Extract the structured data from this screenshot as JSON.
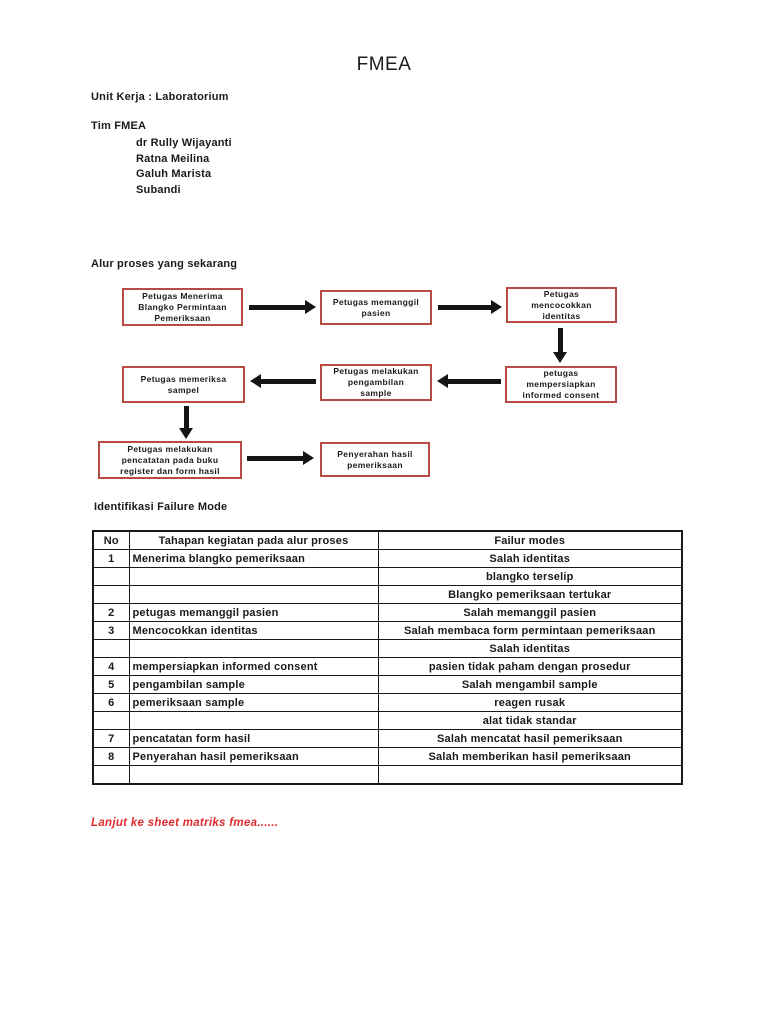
{
  "page": {
    "title": "FMEA"
  },
  "header": {
    "unit_kerja": "Unit Kerja : Laboratorium",
    "tim_label": "Tim FMEA",
    "team": [
      "dr Rully Wijayanti",
      "Ratna Meilina",
      "Galuh Marista",
      "Subandi"
    ]
  },
  "flowchart": {
    "heading": "Alur proses yang sekarang",
    "box_border_color": "#ba4a44",
    "arrow_color": "#151515",
    "boxes": [
      {
        "text": "Petugas Menerima\nBlangko Permintaan\nPemeriksaan"
      },
      {
        "text": "Petugas memanggil\npasien"
      },
      {
        "text": "Petugas\nmencocokkan\nidentitas"
      },
      {
        "text": "petugas\nmempersiapkan\ninformed consent"
      },
      {
        "text": "Petugas melakukan\npengambilan\nsample"
      },
      {
        "text": "Petugas memeriksa\nsampel"
      },
      {
        "text": "Petugas melakukan\npencatatan pada buku\nregister dan form hasil"
      },
      {
        "text": "Penyerahan hasil\npemeriksaan"
      }
    ]
  },
  "failure_table": {
    "heading": "Identifikasi Failure Mode",
    "columns": [
      "No",
      "Tahapan kegiatan pada alur proses",
      "Failur modes"
    ],
    "rows": [
      {
        "no": "1",
        "tahapan": "Menerima blangko pemeriksaan",
        "failure": "Salah identitas"
      },
      {
        "no": "",
        "tahapan": "",
        "failure": "blangko terselip"
      },
      {
        "no": "",
        "tahapan": "",
        "failure": "Blangko pemeriksaan tertukar"
      },
      {
        "no": "2",
        "tahapan": "petugas memanggil pasien",
        "failure": "Salah memanggil pasien"
      },
      {
        "no": "3",
        "tahapan": "Mencocokkan identitas",
        "failure": "Salah membaca form permintaan pemeriksaan"
      },
      {
        "no": "",
        "tahapan": "",
        "failure": "Salah identitas"
      },
      {
        "no": "4",
        "tahapan": "mempersiapkan informed consent",
        "failure": "pasien tidak paham dengan prosedur"
      },
      {
        "no": "5",
        "tahapan": "pengambilan sample",
        "failure": "Salah mengambil sample"
      },
      {
        "no": "6",
        "tahapan": "pemeriksaan sample",
        "failure": "reagen rusak"
      },
      {
        "no": "",
        "tahapan": "",
        "failure": "alat tidak standar"
      },
      {
        "no": "7",
        "tahapan": "pencatatan form hasil",
        "failure": "Salah mencatat hasil pemeriksaan"
      },
      {
        "no": "8",
        "tahapan": "Penyerahan hasil pemeriksaan",
        "failure": "Salah memberikan hasil pemeriksaan"
      },
      {
        "no": "",
        "tahapan": "",
        "failure": ""
      }
    ]
  },
  "footer": {
    "note": "Lanjut ke sheet matriks fmea......"
  }
}
